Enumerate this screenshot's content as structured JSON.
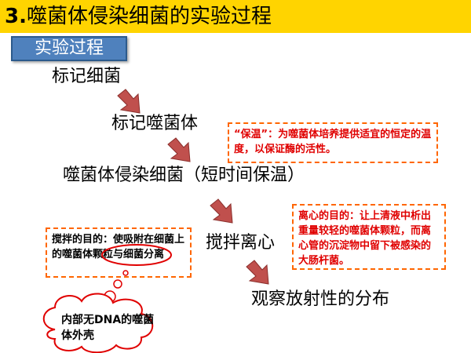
{
  "title": {
    "number": "3.",
    "text": "噬菌体侵染细菌的实验过程"
  },
  "section_label": "实验过程",
  "steps": [
    "标记细菌",
    "标记噬菌体",
    "噬菌体侵染细菌（短时间保温）",
    "搅拌离心",
    "观察放射性的分布"
  ],
  "notes": {
    "keep_warm": "“保温”：为噬菌体培养提供适宜的恒定的温度，以保证酶的活性。",
    "centrifuge": "离心的目的：让上清液中析出重量较轻的噬菌体颗粒，而离心管的沉淀物中留下被感染的大肠杆菌。",
    "stir_prefix": "搅拌的目的：使吸附在细菌上的",
    "stir_highlight": "噬菌体颗粒",
    "stir_suffix": "与细菌分离",
    "cloud": "内部无DNA的噬菌体外壳"
  },
  "colors": {
    "title_bg": "#ffd400",
    "label_bg": "#4f81bd",
    "arrow_fill": "#c0504d",
    "note_border": "#ff6600",
    "note_text_red": "#e00000",
    "cloud_border": "#e00000"
  }
}
